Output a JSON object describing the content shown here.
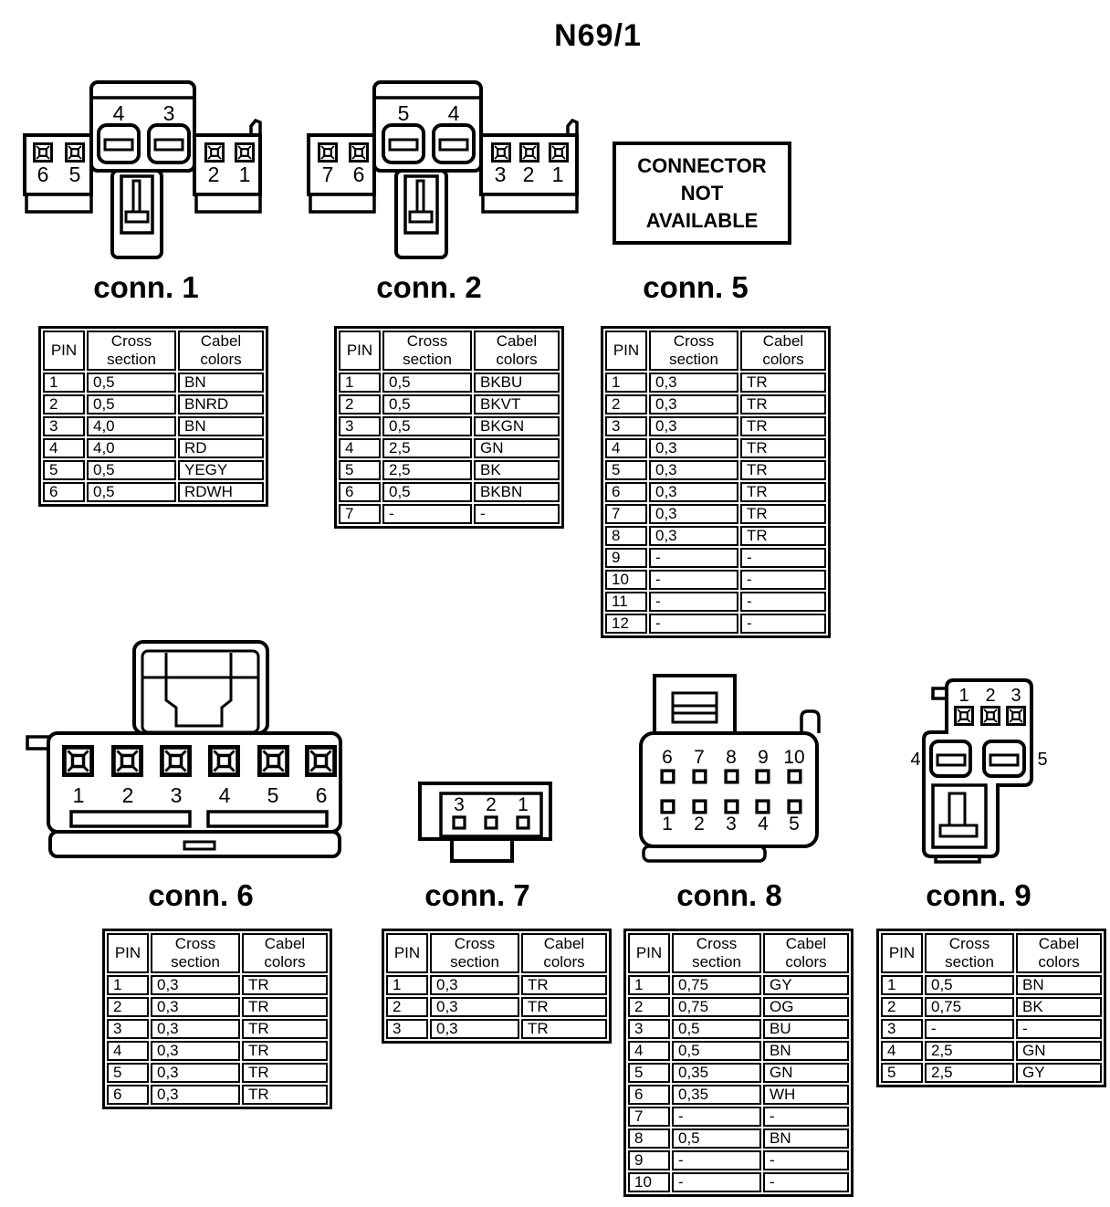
{
  "page_title": "N69/1",
  "na_box": {
    "lines": [
      "CONNECTOR",
      "NOT",
      "AVAILABLE"
    ]
  },
  "headers": {
    "pin": "PIN",
    "cross": "Cross section",
    "colors": "Cabel colors"
  },
  "connectors": [
    {
      "id": "conn1",
      "title": "conn. 1",
      "drawing": {
        "slot_labels": [
          "4",
          "3"
        ],
        "left_labels": [
          "6",
          "5"
        ],
        "right_labels": [
          "2",
          "1"
        ]
      },
      "pins": [
        [
          "1",
          "0,5",
          "BN"
        ],
        [
          "2",
          "0,5",
          "BNRD"
        ],
        [
          "3",
          "4,0",
          "BN"
        ],
        [
          "4",
          "4,0",
          "RD"
        ],
        [
          "5",
          "0,5",
          "YEGY"
        ],
        [
          "6",
          "0,5",
          "RDWH"
        ]
      ]
    },
    {
      "id": "conn2",
      "title": "conn. 2",
      "drawing": {
        "slot_labels": [
          "5",
          "4"
        ],
        "left_labels": [
          "7",
          "6"
        ],
        "right_labels": [
          "3",
          "2",
          "1"
        ]
      },
      "pins": [
        [
          "1",
          "0,5",
          "BKBU"
        ],
        [
          "2",
          "0,5",
          "BKVT"
        ],
        [
          "3",
          "0,5",
          "BKGN"
        ],
        [
          "4",
          "2,5",
          "GN"
        ],
        [
          "5",
          "2,5",
          "BK"
        ],
        [
          "6",
          "0,5",
          "BKBN"
        ],
        [
          "7",
          "-",
          "-"
        ]
      ]
    },
    {
      "id": "conn5",
      "title": "conn. 5",
      "drawing": null,
      "pins": [
        [
          "1",
          "0,3",
          "TR"
        ],
        [
          "2",
          "0,3",
          "TR"
        ],
        [
          "3",
          "0,3",
          "TR"
        ],
        [
          "4",
          "0,3",
          "TR"
        ],
        [
          "5",
          "0,3",
          "TR"
        ],
        [
          "6",
          "0,3",
          "TR"
        ],
        [
          "7",
          "0,3",
          "TR"
        ],
        [
          "8",
          "0,3",
          "TR"
        ],
        [
          "9",
          "-",
          "-"
        ],
        [
          "10",
          "-",
          "-"
        ],
        [
          "11",
          "-",
          "-"
        ],
        [
          "12",
          "-",
          "-"
        ]
      ]
    },
    {
      "id": "conn6",
      "title": "conn. 6",
      "drawing": {
        "pin_labels": [
          "1",
          "2",
          "3",
          "4",
          "5",
          "6"
        ]
      },
      "pins": [
        [
          "1",
          "0,3",
          "TR"
        ],
        [
          "2",
          "0,3",
          "TR"
        ],
        [
          "3",
          "0,3",
          "TR"
        ],
        [
          "4",
          "0,3",
          "TR"
        ],
        [
          "5",
          "0,3",
          "TR"
        ],
        [
          "6",
          "0,3",
          "TR"
        ]
      ]
    },
    {
      "id": "conn7",
      "title": "conn. 7",
      "drawing": {
        "pin_labels": [
          "3",
          "2",
          "1"
        ]
      },
      "pins": [
        [
          "1",
          "0,3",
          "TR"
        ],
        [
          "2",
          "0,3",
          "TR"
        ],
        [
          "3",
          "0,3",
          "TR"
        ]
      ]
    },
    {
      "id": "conn8",
      "title": "conn. 8",
      "drawing": {
        "top_labels": [
          "6",
          "7",
          "8",
          "9",
          "10"
        ],
        "bottom_labels": [
          "1",
          "2",
          "3",
          "4",
          "5"
        ]
      },
      "pins": [
        [
          "1",
          "0,75",
          "GY"
        ],
        [
          "2",
          "0,75",
          "OG"
        ],
        [
          "3",
          "0,5",
          "BU"
        ],
        [
          "4",
          "0,5",
          "BN"
        ],
        [
          "5",
          "0,35",
          "GN"
        ],
        [
          "6",
          "0,35",
          "WH"
        ],
        [
          "7",
          "-",
          "-"
        ],
        [
          "8",
          "0,5",
          "BN"
        ],
        [
          "9",
          "-",
          "-"
        ],
        [
          "10",
          "-",
          "-"
        ]
      ]
    },
    {
      "id": "conn9",
      "title": "conn. 9",
      "drawing": {
        "top_labels": [
          "1",
          "2",
          "3"
        ],
        "side_labels": [
          "4",
          "5"
        ]
      },
      "pins": [
        [
          "1",
          "0,5",
          "BN"
        ],
        [
          "2",
          "0,75",
          "BK"
        ],
        [
          "3",
          "-",
          "-"
        ],
        [
          "4",
          "2,5",
          "GN"
        ],
        [
          "5",
          "2,5",
          "GY"
        ]
      ]
    }
  ]
}
